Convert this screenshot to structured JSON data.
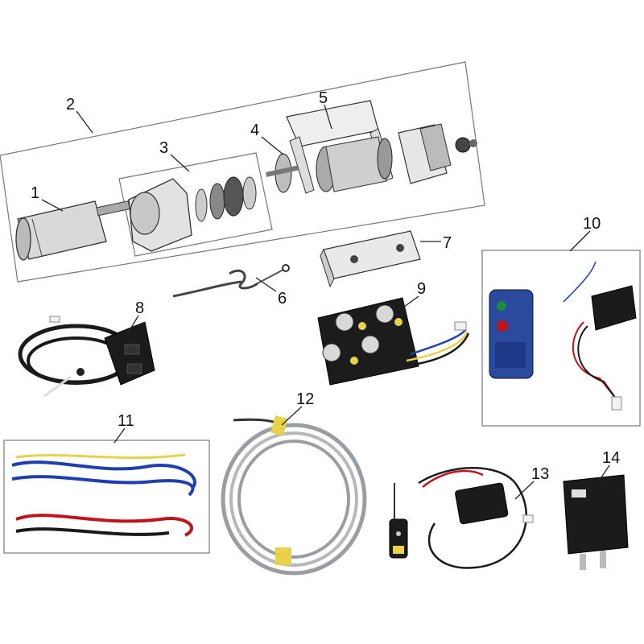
{
  "callouts": [
    {
      "id": "1",
      "label": "1"
    },
    {
      "id": "2",
      "label": "2"
    },
    {
      "id": "3",
      "label": "3"
    },
    {
      "id": "4",
      "label": "4"
    },
    {
      "id": "5",
      "label": "5"
    },
    {
      "id": "6",
      "label": "6"
    },
    {
      "id": "7",
      "label": "7"
    },
    {
      "id": "8",
      "label": "8"
    },
    {
      "id": "9",
      "label": "9"
    },
    {
      "id": "10",
      "label": "10"
    },
    {
      "id": "11",
      "label": "11"
    },
    {
      "id": "12",
      "label": "12"
    },
    {
      "id": "13",
      "label": "13"
    },
    {
      "id": "14",
      "label": "14"
    }
  ],
  "colors": {
    "outline": "#777777",
    "metal_dark": "#3a3a3a",
    "metal_light": "#cfcfcf",
    "wire_blue": "#1f3fb0",
    "wire_red": "#c0141c",
    "wire_black": "#1a1a1a",
    "wire_yellow": "#e8d24a",
    "cable_gray": "#9a9ea2",
    "remote_blue": "#2a4aa0",
    "relay_black": "#1b1b1b"
  }
}
